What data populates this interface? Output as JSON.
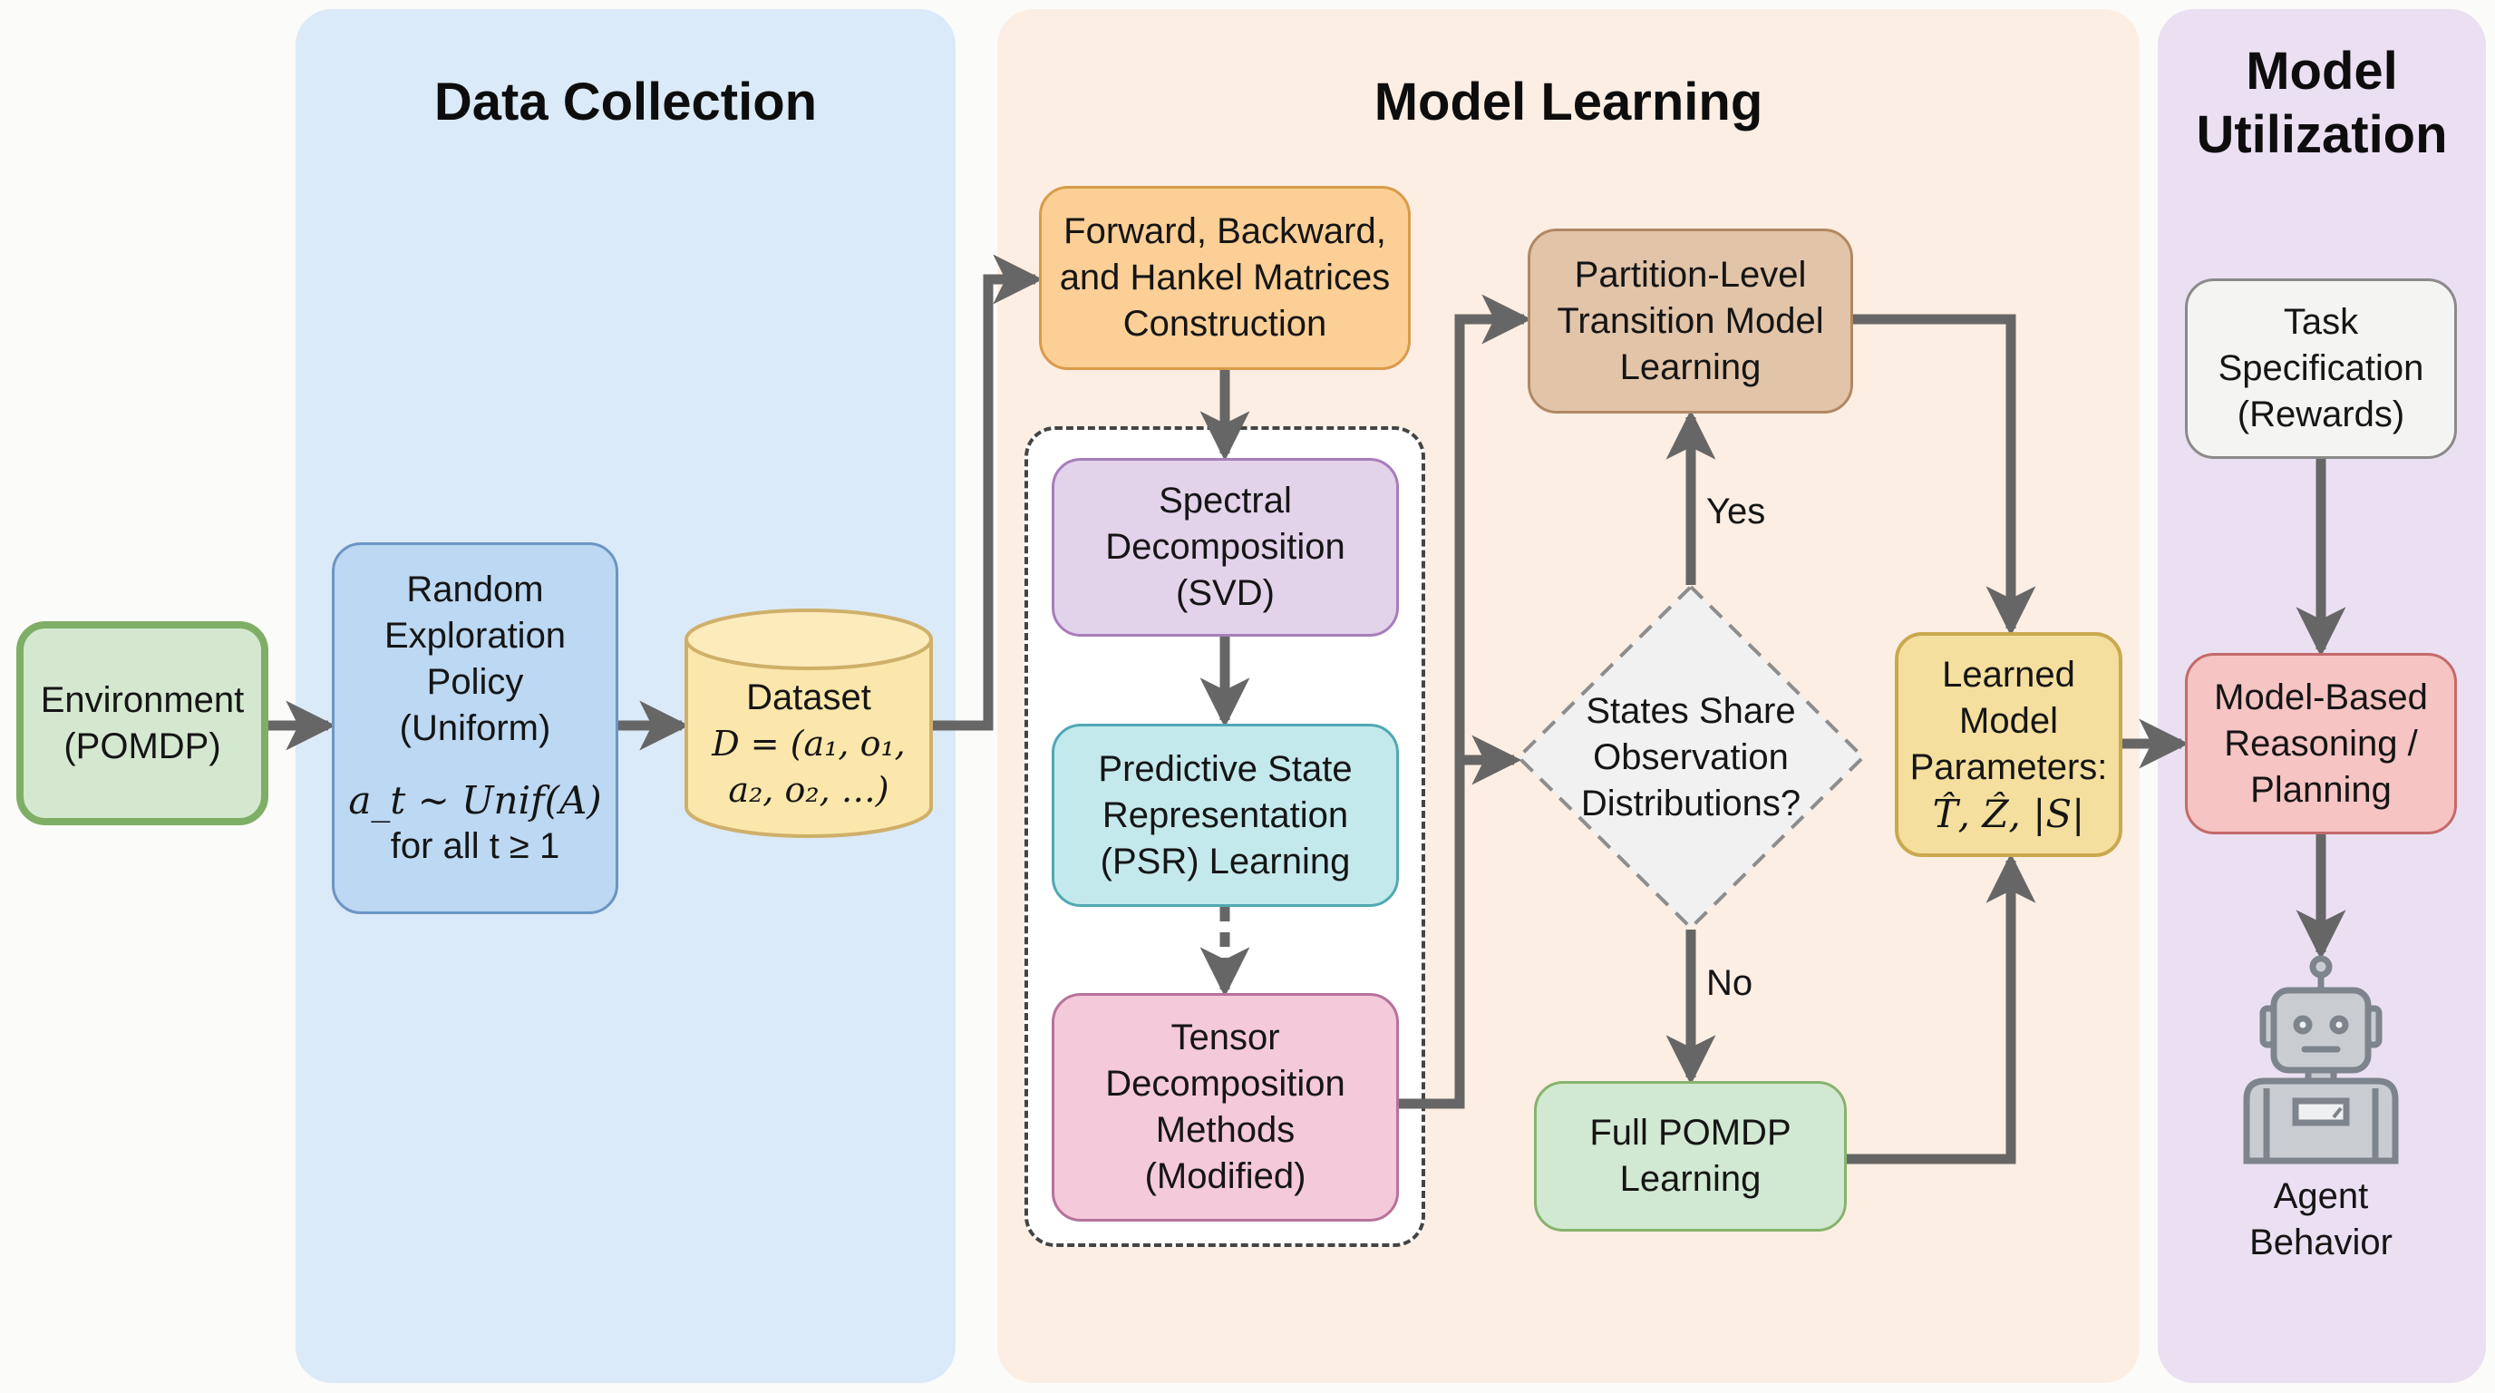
{
  "sections": {
    "data_collection": {
      "title": "Data Collection",
      "color": "#dbeaf8"
    },
    "model_learning": {
      "title": "Model Learning",
      "color": "#fdeee3"
    },
    "model_utilization": {
      "title_lines": [
        "Model",
        "Utilization"
      ],
      "color": "#ebe0f2"
    }
  },
  "nodes": {
    "environment": {
      "lines": [
        "Environment",
        "(POMDP)"
      ],
      "fill": "#d4e8cf",
      "border": "#7fae66"
    },
    "random_policy": {
      "lines": [
        "Random",
        "Exploration",
        "Policy",
        "(Uniform)"
      ],
      "formula_lines": [
        "a_t ~ Unif(A)",
        "for all t ≥ 1"
      ],
      "fill": "#bcd8f2",
      "border": "#6b95c4"
    },
    "dataset": {
      "title": "Dataset",
      "formula_lines": [
        "D = (a₁, o₁,",
        "a₂, o₂, …)"
      ],
      "fill": "#fbe7ab",
      "border": "#cfb06a"
    },
    "matrices": {
      "lines": [
        "Forward, Backward,",
        "and Hankel Matrices",
        "Construction"
      ],
      "fill": "#fbcf96",
      "border": "#d99b4a"
    },
    "svd": {
      "lines": [
        "Spectral",
        "Decomposition",
        "(SVD)"
      ],
      "fill": "#e2d3ea",
      "border": "#a77dbb"
    },
    "psr": {
      "lines": [
        "Predictive State",
        "Representation",
        "(PSR) Learning"
      ],
      "fill": "#c4e9ec",
      "border": "#4fa8b4"
    },
    "tensor": {
      "lines": [
        "Tensor",
        "Decomposition",
        "Methods",
        "(Modified)"
      ],
      "fill": "#f4c9da",
      "border": "#b7729a"
    },
    "partition": {
      "lines": [
        "Partition-Level",
        "Transition Model",
        "Learning"
      ],
      "fill": "#e2c4a9",
      "border": "#b08862"
    },
    "decision": {
      "lines": [
        "States Share",
        "Observation",
        "Distributions?"
      ],
      "fill": "#f1f1f1",
      "border": "#8d8d8d"
    },
    "full_pomdp": {
      "lines": [
        "Full POMDP",
        "Learning"
      ],
      "fill": "#d1e8d2",
      "border": "#86b36e"
    },
    "learned": {
      "lines": [
        "Learned",
        "Model",
        "Parameters:"
      ],
      "formula": "T̂, Ẑ, |S|",
      "fill": "#f5df9e",
      "border": "#c9a94f"
    },
    "task_spec": {
      "lines": [
        "Task",
        "Specification",
        "(Rewards)"
      ],
      "fill": "#f4f4f2",
      "border": "#8a8a8a"
    },
    "planning": {
      "lines": [
        "Model-Based",
        "Reasoning /",
        "Planning"
      ],
      "fill": "#f6c4c2",
      "border": "#c46a6a"
    },
    "agent": {
      "lines": [
        "Agent",
        "Behavior"
      ],
      "icon": "robot-icon"
    }
  },
  "edge_labels": {
    "yes": "Yes",
    "no": "No"
  },
  "colors": {
    "arrow": "#666666",
    "dashed_group": "#444444"
  }
}
